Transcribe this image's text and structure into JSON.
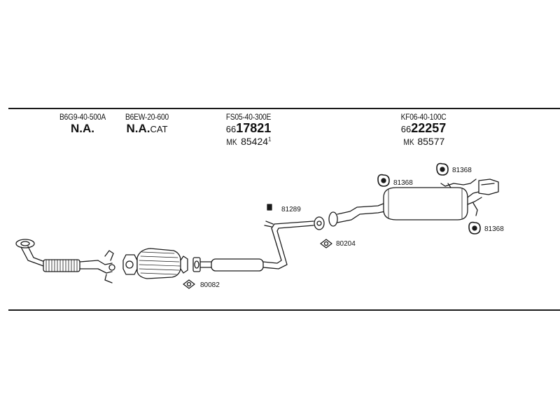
{
  "sections": [
    {
      "part": "B6G9-40-500A",
      "ref": "N.A.",
      "suffix": ""
    },
    {
      "part": "B6EW-20-600",
      "ref": "N.A.",
      "suffix": "CAT"
    },
    {
      "part": "FS05-40-300E",
      "prefix": "66",
      "number": "17821",
      "mk_prefix": "MK",
      "mk_number": "85424",
      "mk_note": "1"
    },
    {
      "part": "KF06-40-100C",
      "prefix": "66",
      "number": "22257",
      "mk_prefix": "MK",
      "mk_number": "85577"
    }
  ],
  "callouts": {
    "gasket_1": "80082",
    "hanger_1": "81289",
    "gasket_2": "80204",
    "rubber_a": "81368",
    "rubber_b": "81368",
    "rubber_c": "81368"
  }
}
